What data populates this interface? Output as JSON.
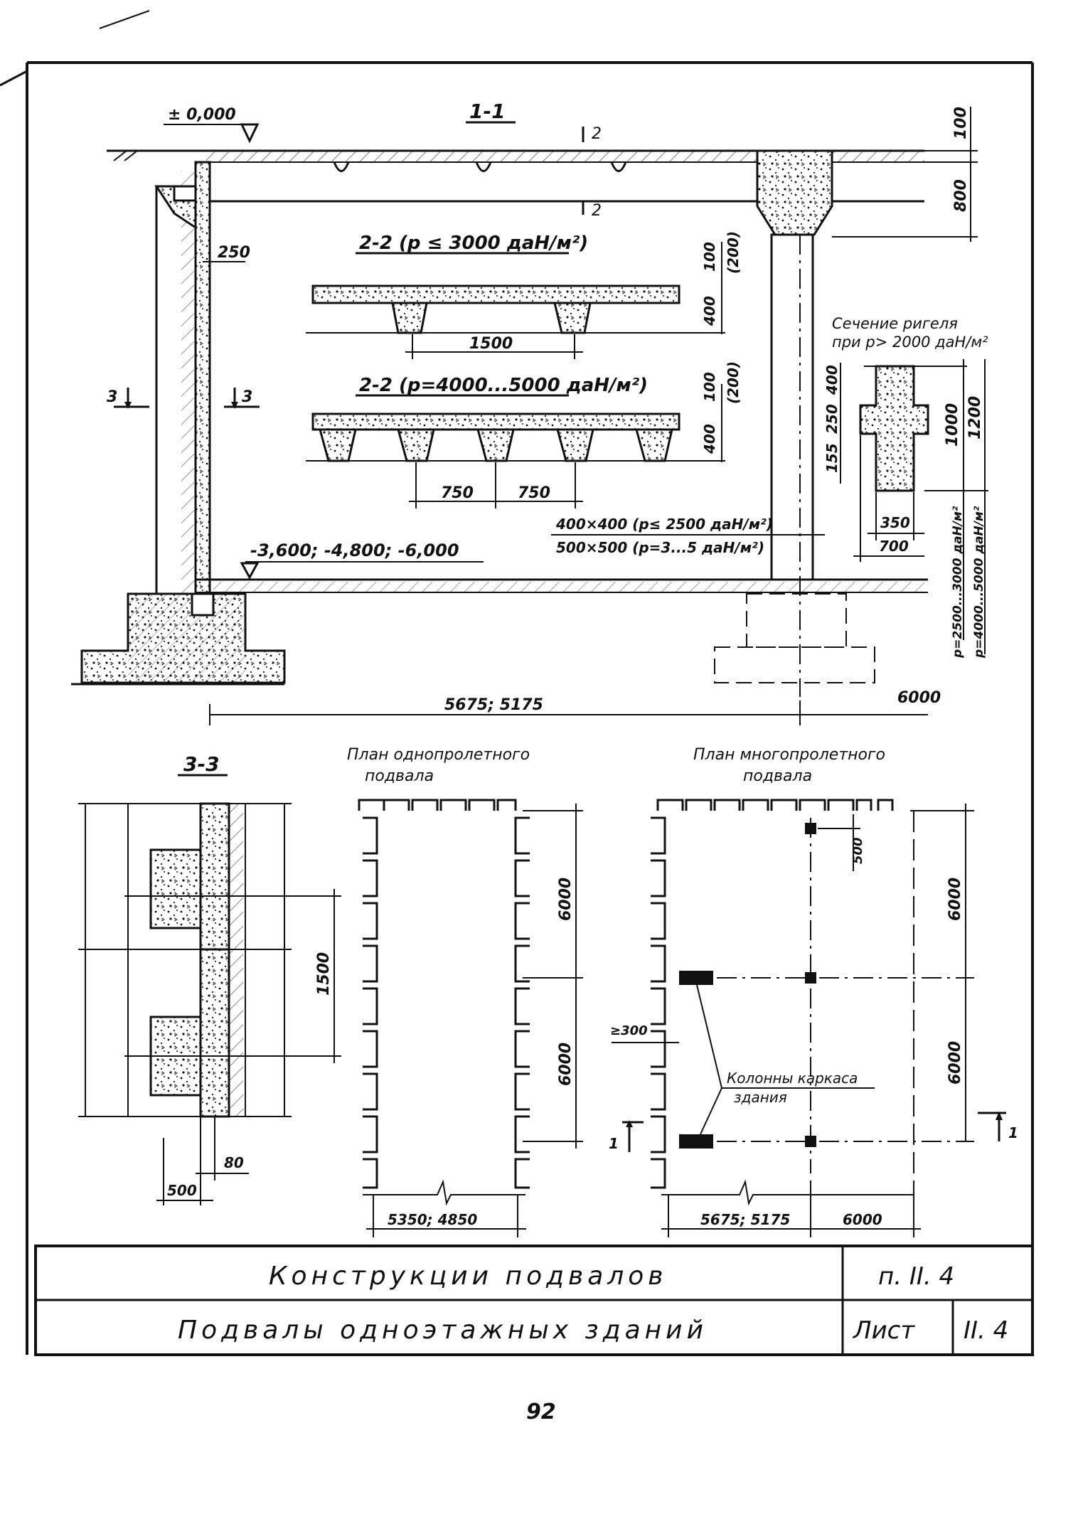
{
  "section_1_1": {
    "title": "1-1",
    "elevation_top": "± 0,000",
    "cut_mark": "2",
    "dim_slab": "100",
    "dim_beam": "800",
    "dim_wall": "250",
    "elevation_bottom": "-3,600; -4,800; -6,000",
    "span_left": "5675; 5175",
    "span_right": "6000",
    "mark_3": "3"
  },
  "section_2_2_a": {
    "title": "2-2 (p ≤ 3000 даН/м²)",
    "dim_top": "100",
    "dim_top_alt": "(200)",
    "dim_rib": "400",
    "pitch": "1500"
  },
  "section_2_2_b": {
    "title": "2-2 (p=4000...5000 даН/м²)",
    "dim_top": "100",
    "dim_top_alt": "(200)",
    "dim_rib": "400",
    "pitch_1": "750",
    "pitch_2": "750"
  },
  "column_note": {
    "line_1": "400×400 (p≤ 2500 даН/м²)",
    "line_2": "500×500 (p=3...5 даН/м²)"
  },
  "girder_section": {
    "title_1": "Сечение ригеля",
    "title_2": "при p> 2000 даН/м²",
    "dim_400": "400",
    "dim_250": "250",
    "dim_155": "155",
    "dim_1000": "1000",
    "dim_1200": "1200",
    "dim_350": "350",
    "dim_700": "700",
    "load_1": "p=2500...3000 даН/м²",
    "load_2": "p=4000...5000 даН/м²"
  },
  "section_3_3": {
    "title": "3-3",
    "dim_pitch": "1500",
    "dim_80": "80",
    "dim_500": "500"
  },
  "plan_single": {
    "title_1": "План однопролетного",
    "title_2": "подвала",
    "dim_1": "6000",
    "dim_2": "6000",
    "dim_width": "5350; 4850"
  },
  "plan_multi": {
    "title_1": "План многопролетного",
    "title_2": "подвала",
    "dim_500": "500",
    "dim_1": "6000",
    "dim_2": "6000",
    "dim_300": "≥300",
    "label_1": "Колонны каркаса",
    "label_2": "здания",
    "dim_left": "5675; 5175",
    "dim_right": "6000",
    "cut_mark": "1"
  },
  "title_block": {
    "row_1": "Конструкции подвалов",
    "row_1_code": "п. II. 4",
    "row_2": "Подвалы одноэтажных зданий",
    "sheet_label": "Лист",
    "sheet_value": "II. 4"
  },
  "page_number": "92"
}
